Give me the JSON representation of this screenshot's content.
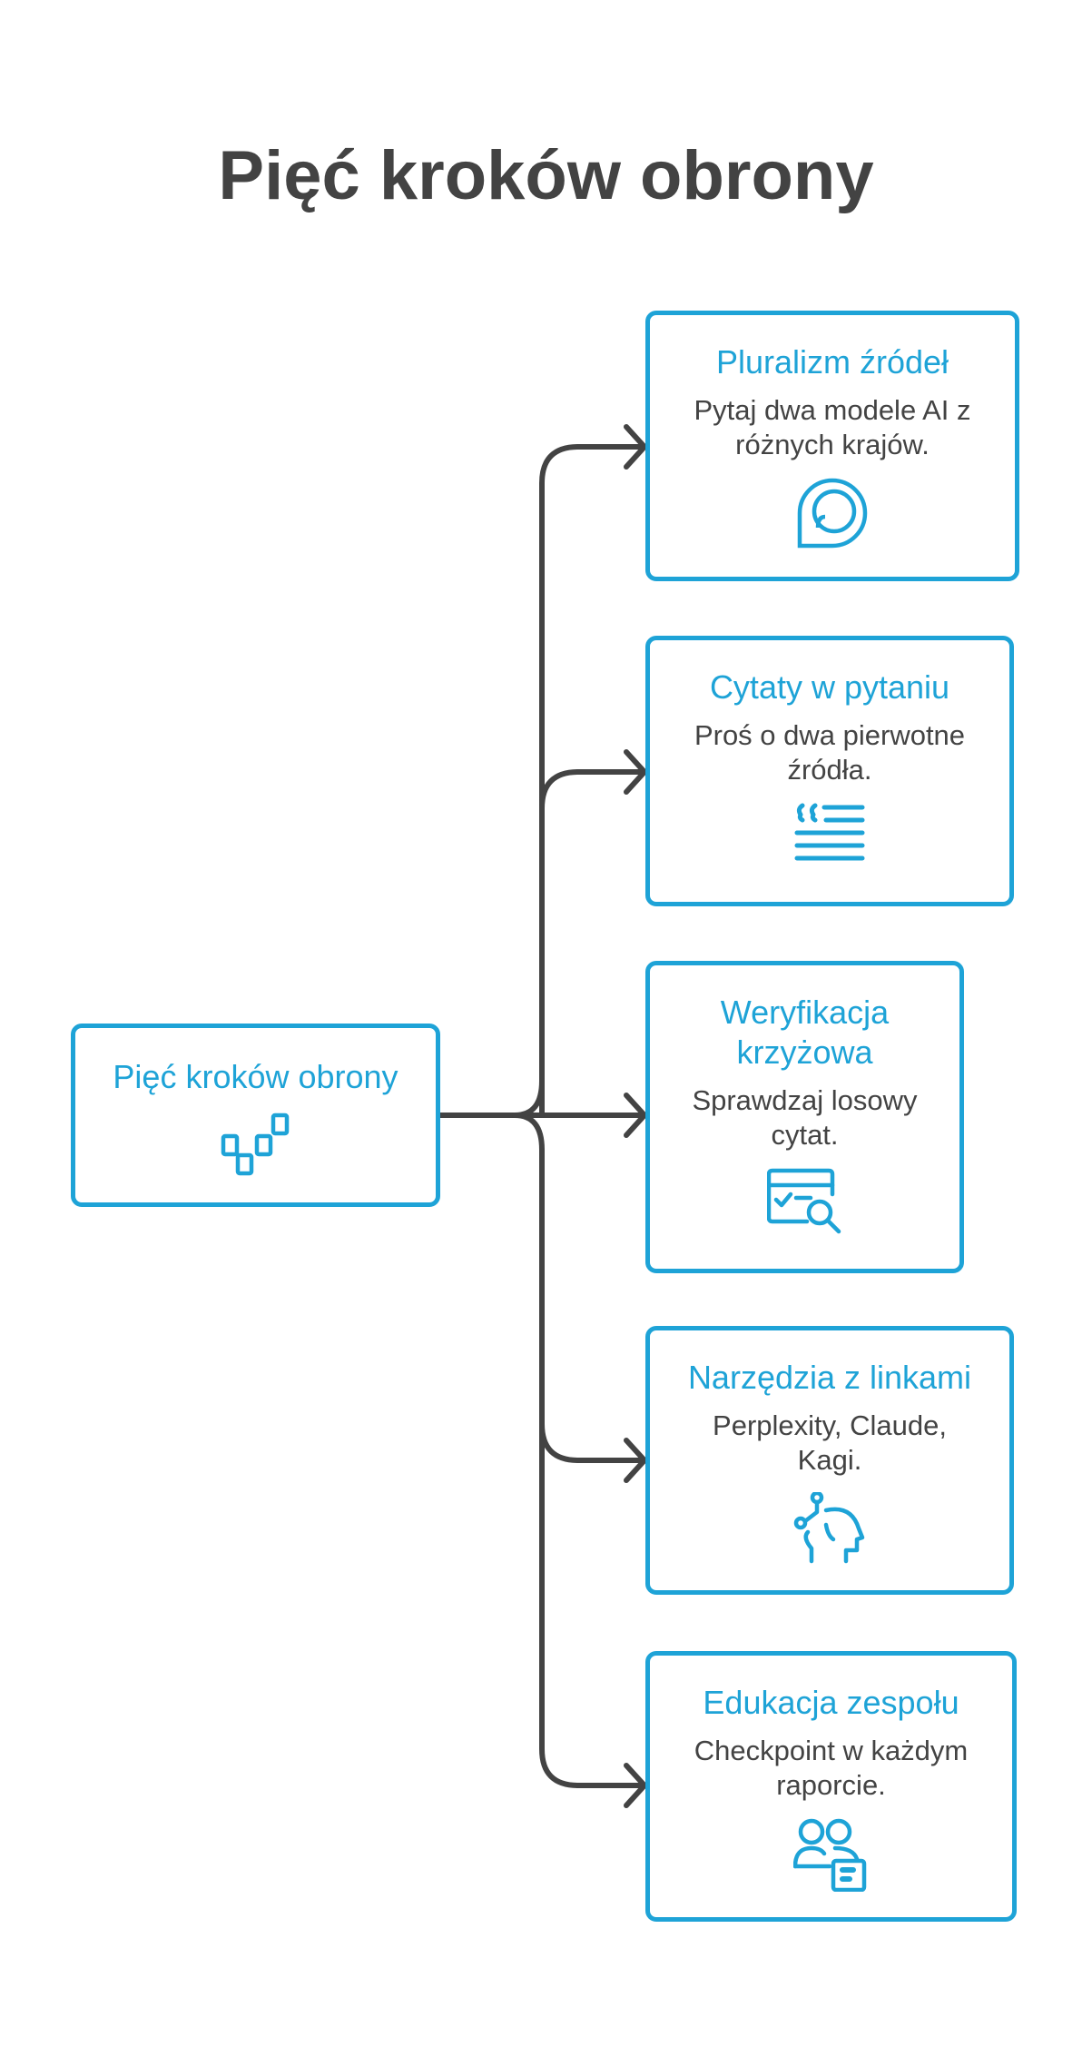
{
  "title": "Pięć kroków obrony",
  "root": {
    "label": "Pięć kroków obrony",
    "icon": "steps-icon"
  },
  "steps": [
    {
      "title": "Pluralizm źródeł",
      "desc": "Pytaj dwa modele AI z różnych krajów.",
      "icon": "chat-bubble-icon"
    },
    {
      "title": "Cytaty w pytaniu",
      "desc": "Proś o dwa pierwotne źródła.",
      "icon": "quote-lines-icon"
    },
    {
      "title": "Weryfikacja krzyżowa",
      "desc": "Sprawdzaj losowy cytat.",
      "icon": "checklist-magnifier-icon"
    },
    {
      "title": "Narzędzia z linkami",
      "desc": "Perplexity, Claude, Kagi.",
      "icon": "head-network-icon"
    },
    {
      "title": "Edukacja zespołu",
      "desc": "Checkpoint w każdym raporcie.",
      "icon": "team-document-icon"
    }
  ],
  "colors": {
    "accent": "#1ea3d7",
    "text": "#434343",
    "connector": "#434343"
  }
}
